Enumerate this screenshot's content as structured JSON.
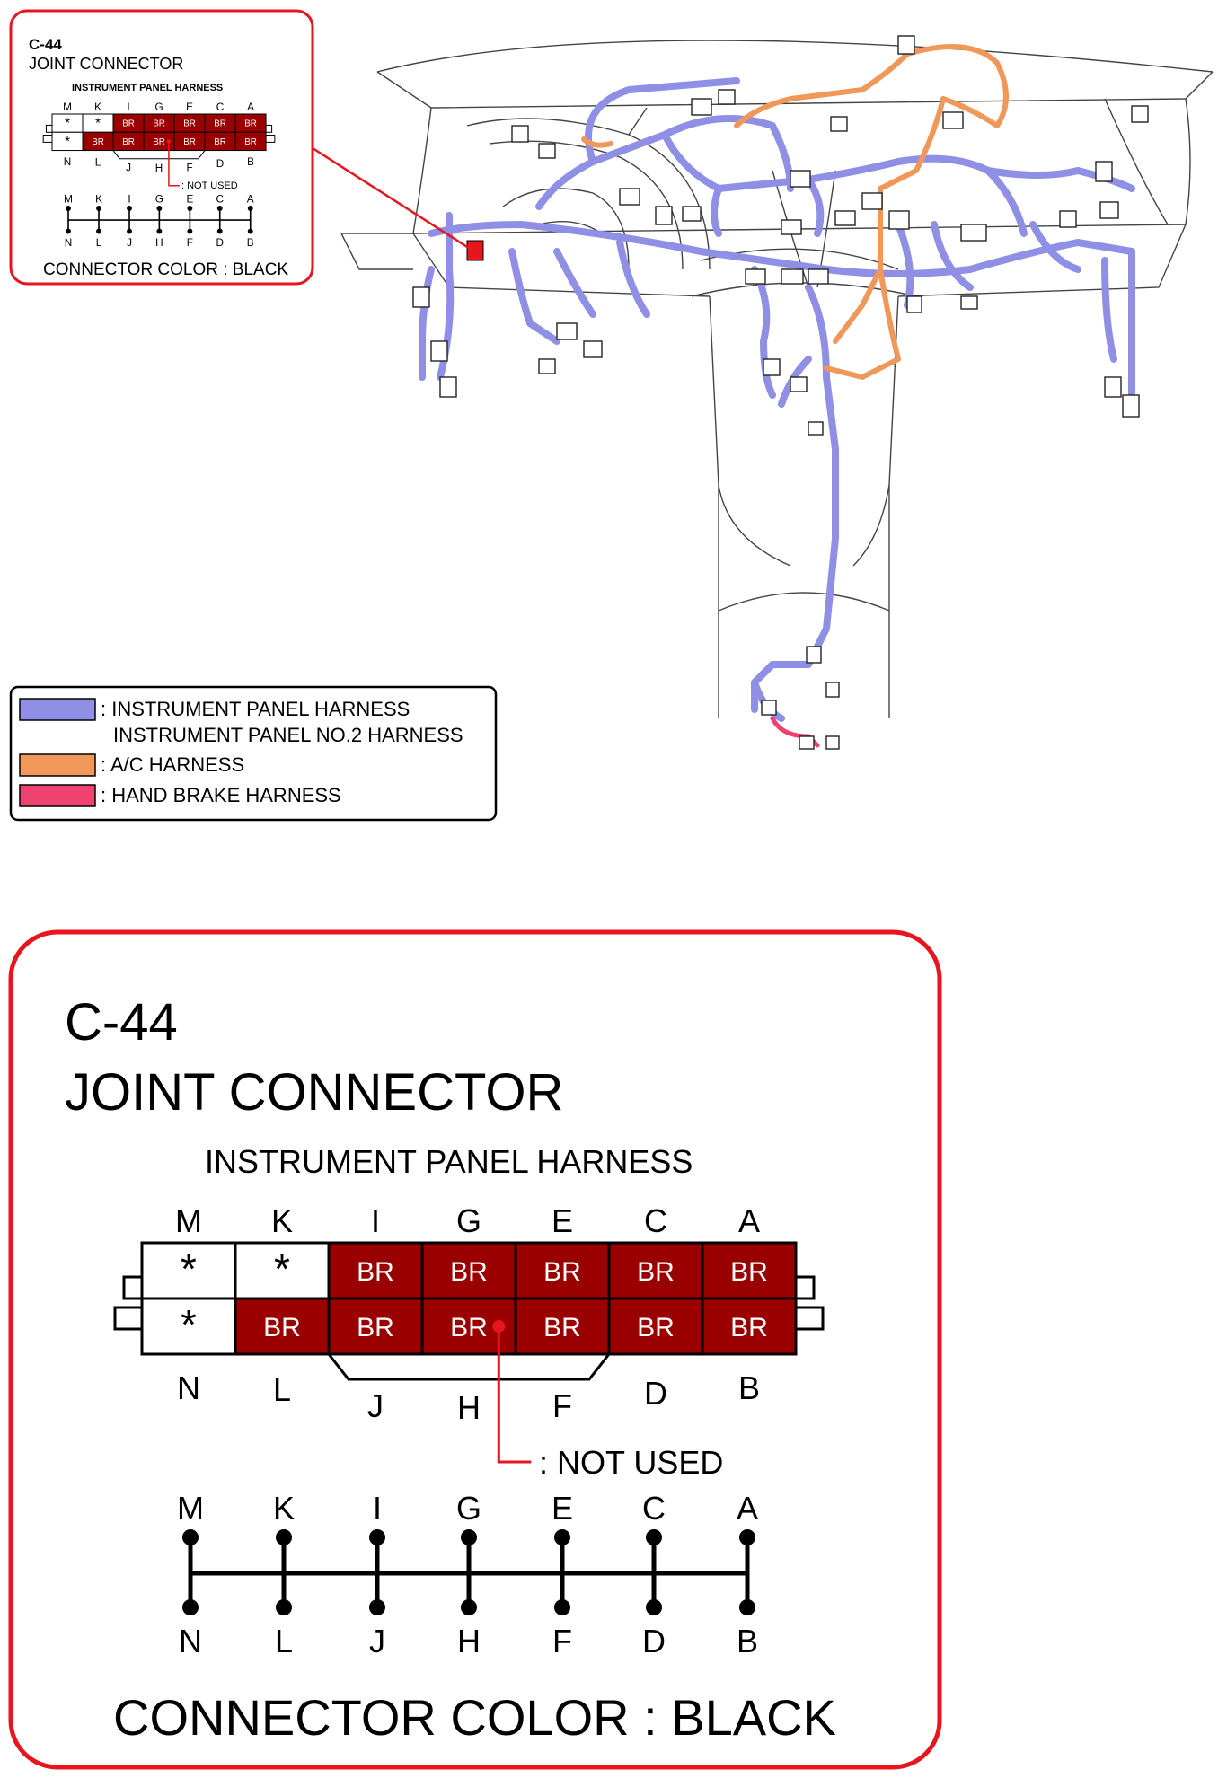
{
  "small_callout": {
    "code": "C-44",
    "title": "JOINT CONNECTOR",
    "harness": "INSTRUMENT PANEL HARNESS",
    "not_used": ": NOT USED",
    "connector_color": "CONNECTOR COLOR : BLACK"
  },
  "large_callout": {
    "code": "C-44",
    "title": "JOINT CONNECTOR",
    "harness": "INSTRUMENT PANEL HARNESS",
    "not_used": ": NOT USED",
    "connector_color": "CONNECTOR COLOR : BLACK"
  },
  "connector": {
    "top_labels": [
      "M",
      "K",
      "I",
      "G",
      "E",
      "C",
      "A"
    ],
    "bottom_labels": [
      "N",
      "L",
      "J",
      "H",
      "F",
      "D",
      "B"
    ],
    "top_row": [
      "*",
      "*",
      "BR",
      "BR",
      "BR",
      "BR",
      "BR"
    ],
    "bottom_row": [
      "*",
      "BR",
      "BR",
      "BR",
      "BR",
      "BR",
      "BR"
    ],
    "cell_color_wire": "#9b0000",
    "cell_color_empty": "#ffffff"
  },
  "legend": {
    "items": [
      {
        "color": "#8f8fe6",
        "label": ": INSTRUMENT PANEL HARNESS"
      },
      {
        "color": "",
        "label": "INSTRUMENT PANEL NO.2 HARNESS"
      },
      {
        "color": "#f0985a",
        "label": ": A/C HARNESS"
      },
      {
        "color": "#f0426e",
        "label": ": HAND BRAKE HARNESS"
      }
    ]
  },
  "colors": {
    "callout_border": "#e8141e",
    "instrument_panel_harness": "#8f8fe6",
    "ac_harness": "#f0985a",
    "hand_brake_harness": "#f0426e"
  }
}
